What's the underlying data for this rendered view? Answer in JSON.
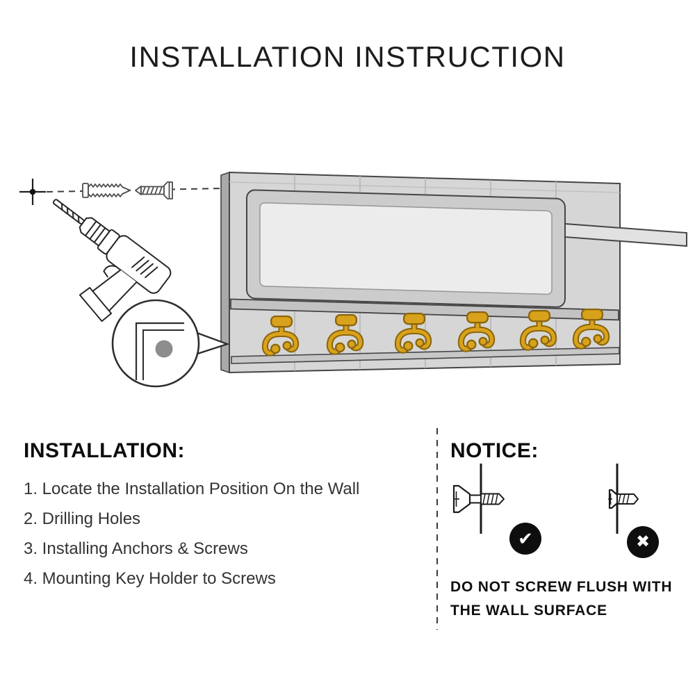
{
  "page": {
    "title": "INSTALLATION INSTRUCTION"
  },
  "installation": {
    "heading": "INSTALLATION:",
    "steps": [
      "1. Locate the Installation Position On the Wall",
      "2. Drilling Holes",
      "3. Installing Anchors & Screws",
      "4. Mounting Key Holder to Screws"
    ]
  },
  "notice": {
    "heading": "NOTICE:",
    "check_symbol": "✔",
    "cross_symbol": "✖",
    "warning_line1": "DO NOT SCREW FLUSH WITH",
    "warning_line2": "THE WALL SURFACE"
  },
  "diagram": {
    "hook_count": 6,
    "elements": [
      "crosshair",
      "wall-anchor",
      "screw",
      "drill",
      "key-holder-board",
      "shelf-tray",
      "six-gold-hooks",
      "magnified-corner-detail"
    ]
  },
  "colors": {
    "hook_gold": "#d9a21c",
    "hook_gold_dark": "#8a650c",
    "board_gray": "#d6d6d6",
    "tray_gray": "#cccccc",
    "panel_light": "#ececec",
    "outline_dark": "#454545",
    "ink": "#161616"
  }
}
